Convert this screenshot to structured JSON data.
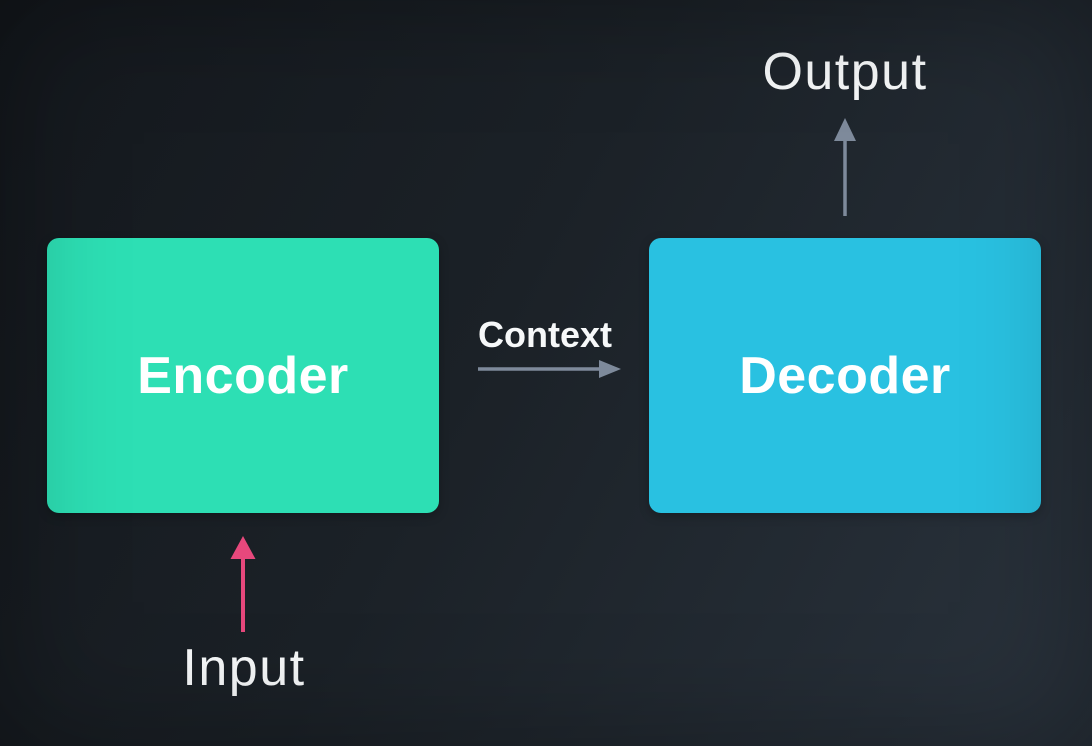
{
  "diagram": {
    "nodes": {
      "encoder": {
        "label": "Encoder",
        "color": "#2ddfb4"
      },
      "decoder": {
        "label": "Decoder",
        "color": "#29c1e1"
      }
    },
    "labels": {
      "context": "Context",
      "output": "Output",
      "input": "Input"
    },
    "colors": {
      "neutral_arrow": "#7e8a9b",
      "input_arrow": "#e7487c",
      "label_text": "#f6f8f9",
      "node_text": "#ffffff",
      "background_dark": "#14181d",
      "background_light": "#2a333d"
    }
  }
}
